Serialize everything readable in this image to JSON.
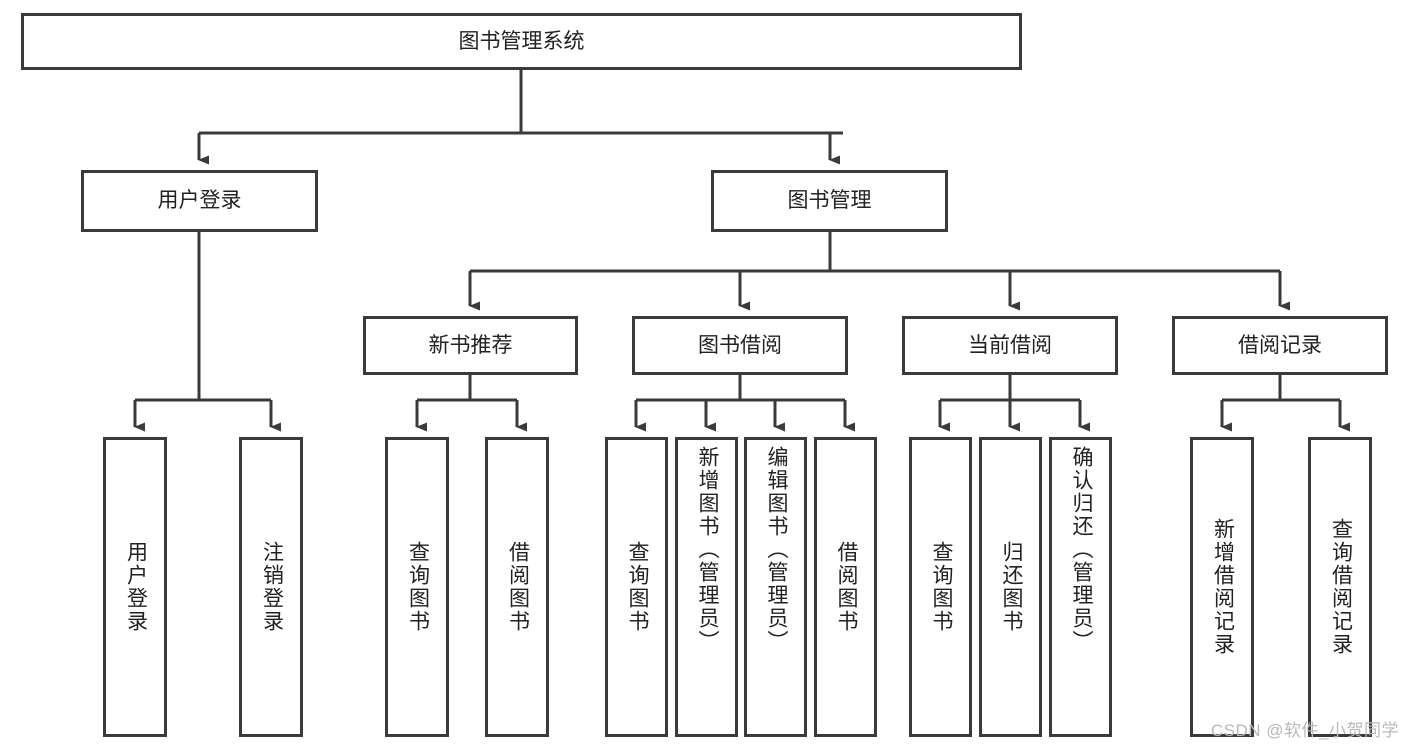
{
  "diagram": {
    "title": "图书管理系统",
    "root": {
      "label": "图书管理系统"
    },
    "level2": [
      {
        "label": "用户登录"
      },
      {
        "label": "图书管理"
      }
    ],
    "level3": [
      {
        "label": "新书推荐"
      },
      {
        "label": "图书借阅"
      },
      {
        "label": "当前借阅"
      },
      {
        "label": "借阅记录"
      }
    ],
    "leaves": [
      {
        "label": "用户登录"
      },
      {
        "label": "注销登录"
      },
      {
        "label": "查询图书"
      },
      {
        "label": "借阅图书"
      },
      {
        "label": "查询图书"
      },
      {
        "label": "新增图书（管理员）"
      },
      {
        "label": "编辑图书（管理员）"
      },
      {
        "label": "借阅图书"
      },
      {
        "label": "查询图书"
      },
      {
        "label": "归还图书"
      },
      {
        "label": "确认归还（管理员）"
      },
      {
        "label": "新增借阅记录"
      },
      {
        "label": "查询借阅记录"
      }
    ],
    "watermark": "CSDN @软件_小贺同学",
    "colors": {
      "border": "#3a3a3a",
      "text": "#222222",
      "background": "#ffffff",
      "watermark": "#b9b9b9"
    }
  }
}
